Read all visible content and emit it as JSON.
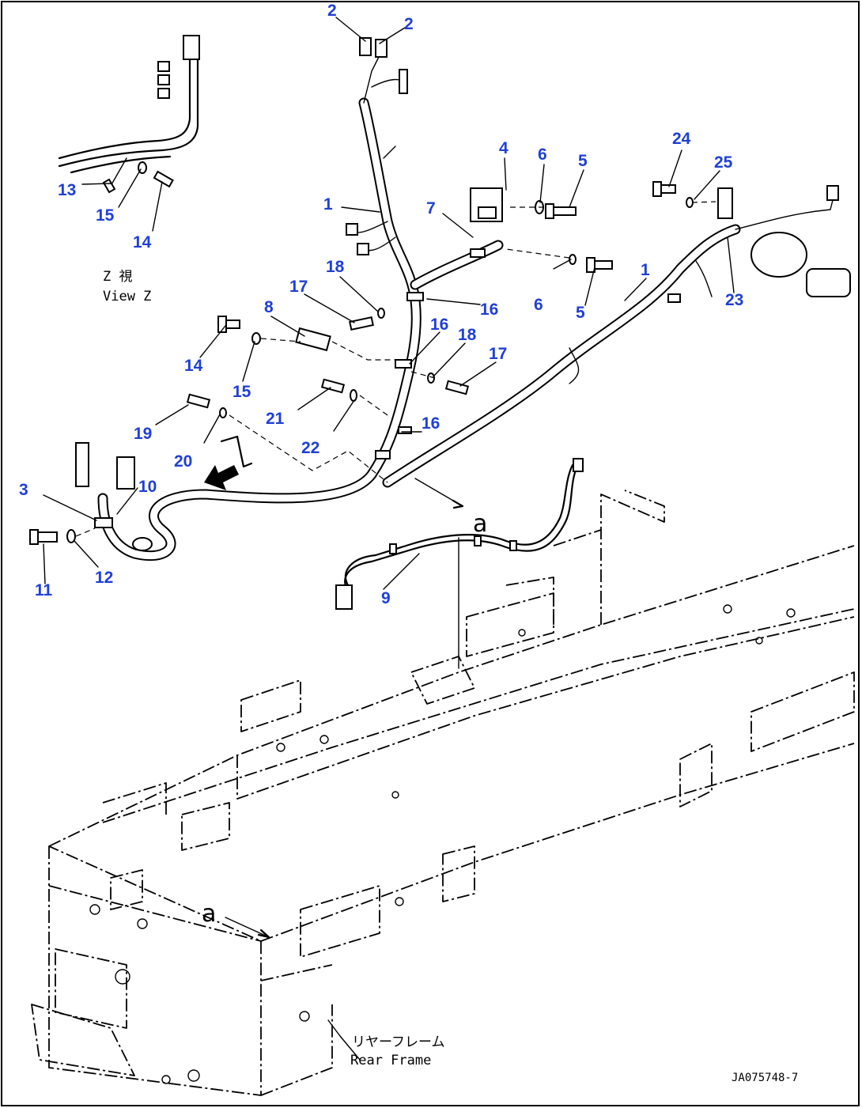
{
  "drawing": {
    "view_label_jp": "Z 視",
    "view_label_en": "View Z",
    "view_arrow_letter": "Z",
    "section_mark_upper": "a",
    "section_mark_lower": "a",
    "frame_label_jp": "リヤーフレーム",
    "frame_label_en": "Rear Frame",
    "drawing_number": "JA075748-7"
  },
  "callouts": [
    {
      "id": "c2a",
      "text": "2"
    },
    {
      "id": "c2b",
      "text": "2"
    },
    {
      "id": "c13",
      "text": "13"
    },
    {
      "id": "c15a",
      "text": "15"
    },
    {
      "id": "c14a",
      "text": "14"
    },
    {
      "id": "c1a",
      "text": "1"
    },
    {
      "id": "c4",
      "text": "4"
    },
    {
      "id": "c6a",
      "text": "6"
    },
    {
      "id": "c5a",
      "text": "5"
    },
    {
      "id": "c7",
      "text": "7"
    },
    {
      "id": "c24",
      "text": "24"
    },
    {
      "id": "c25",
      "text": "25"
    },
    {
      "id": "c1b",
      "text": "1"
    },
    {
      "id": "c18a",
      "text": "18"
    },
    {
      "id": "c17a",
      "text": "17"
    },
    {
      "id": "c16a",
      "text": "16"
    },
    {
      "id": "c6b",
      "text": "6"
    },
    {
      "id": "c5b",
      "text": "5"
    },
    {
      "id": "c23",
      "text": "23"
    },
    {
      "id": "c8",
      "text": "8"
    },
    {
      "id": "c16b",
      "text": "16"
    },
    {
      "id": "c18b",
      "text": "18"
    },
    {
      "id": "c17b",
      "text": "17"
    },
    {
      "id": "c14b",
      "text": "14"
    },
    {
      "id": "c15b",
      "text": "15"
    },
    {
      "id": "c21",
      "text": "21"
    },
    {
      "id": "c22",
      "text": "22"
    },
    {
      "id": "c16c",
      "text": "16"
    },
    {
      "id": "c19",
      "text": "19"
    },
    {
      "id": "c20",
      "text": "20"
    },
    {
      "id": "c3",
      "text": "3"
    },
    {
      "id": "c10",
      "text": "10"
    },
    {
      "id": "c12",
      "text": "12"
    },
    {
      "id": "c11",
      "text": "11"
    },
    {
      "id": "c9",
      "text": "9"
    }
  ]
}
